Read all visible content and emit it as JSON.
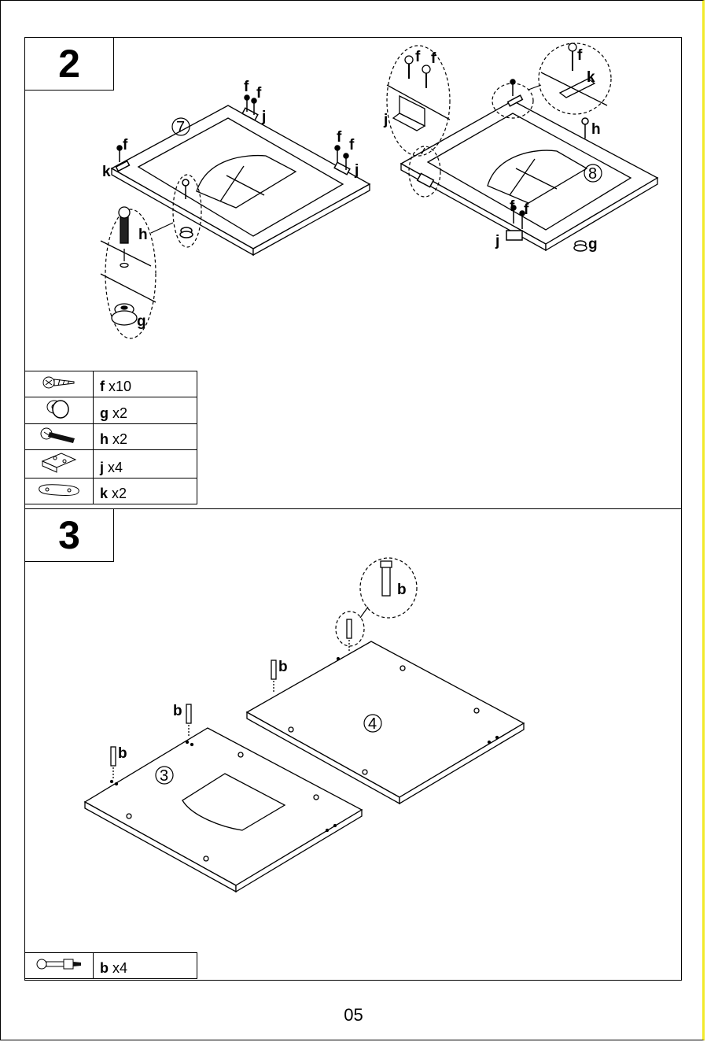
{
  "page": {
    "number": "05"
  },
  "step2": {
    "number": "2",
    "panel_labels": {
      "left_panel": "7",
      "right_panel": "8"
    },
    "callouts": {
      "f": "f",
      "g": "g",
      "h": "h",
      "j": "j",
      "k": "k"
    },
    "parts": [
      {
        "letter": "f",
        "qty": "x10",
        "icon": "screw-icon"
      },
      {
        "letter": "g",
        "qty": "x2",
        "icon": "glide-foot-icon"
      },
      {
        "letter": "h",
        "qty": "x2",
        "icon": "bolt-icon"
      },
      {
        "letter": "j",
        "qty": "x4",
        "icon": "bracket-icon"
      },
      {
        "letter": "k",
        "qty": "x2",
        "icon": "flat-plate-icon"
      }
    ]
  },
  "step3": {
    "number": "3",
    "panel_labels": {
      "left_panel": "3",
      "right_panel": "4"
    },
    "callouts": {
      "b": "b"
    },
    "parts": [
      {
        "letter": "b",
        "qty": "x4",
        "icon": "cam-bolt-icon"
      }
    ]
  }
}
